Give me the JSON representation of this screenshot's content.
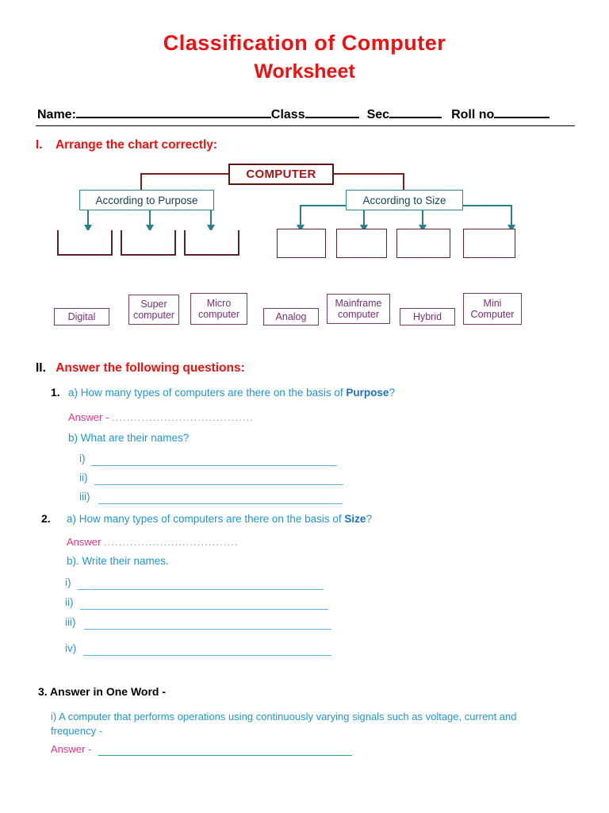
{
  "title": {
    "line1": "Classification of Computer",
    "line2": "Worksheet"
  },
  "header_fields": {
    "name_label": "Name:",
    "class_label": "Class",
    "sec_label": "Sec",
    "roll_label": "Roll no"
  },
  "section1": {
    "numeral": "I.",
    "heading": "Arrange the chart correctly:",
    "diagram": {
      "root": "COMPUTER",
      "branch_left": "According to Purpose",
      "branch_right": "According to Size",
      "left_blank_count": 3,
      "right_blank_count": 4
    },
    "word_bank": [
      "Digital",
      "Super computer",
      "Micro computer",
      "Analog",
      "Mainframe computer",
      "Hybrid",
      "Mini Computer"
    ]
  },
  "section2": {
    "numeral": "II.",
    "heading": "Answer the following questions:",
    "q1": {
      "number": "1.",
      "part_a": "a) How many types of computers are there on the basis of ",
      "part_a_bold": "Purpose",
      "part_a_end": "?",
      "answer_label": "Answer - ",
      "answer_dots": "......................................",
      "part_b": "b) What are their names?",
      "blanks": [
        "i)",
        "ii)",
        "iii)"
      ]
    },
    "q2": {
      "number": "2.",
      "part_a": "a) How many types of computers are there on the basis of ",
      "part_a_bold": "Size",
      "part_a_end": "?",
      "answer_label": "Answer ",
      "answer_dots": "....................................",
      "part_b": "b). Write their names.",
      "blanks": [
        "i)",
        "ii)",
        "iii)",
        "iv)"
      ]
    }
  },
  "section3": {
    "heading": "3. Answer in One Word  -",
    "item_marker": "i)",
    "item_text": "A computer that performs operations using continuously varying signals such as voltage, current and frequency -",
    "answer_label": "Answer - "
  },
  "colors": {
    "title_red": "#ee1111",
    "question_blue": "#2196d6",
    "answer_pink": "#e8357f",
    "branch_teal": "#2a7f88",
    "root_dark_red": "#a81414",
    "wordbank_purple": "#7a2f76",
    "blank_line_blue": "#5bb4e0",
    "blank_line_green": "#28a07a"
  }
}
